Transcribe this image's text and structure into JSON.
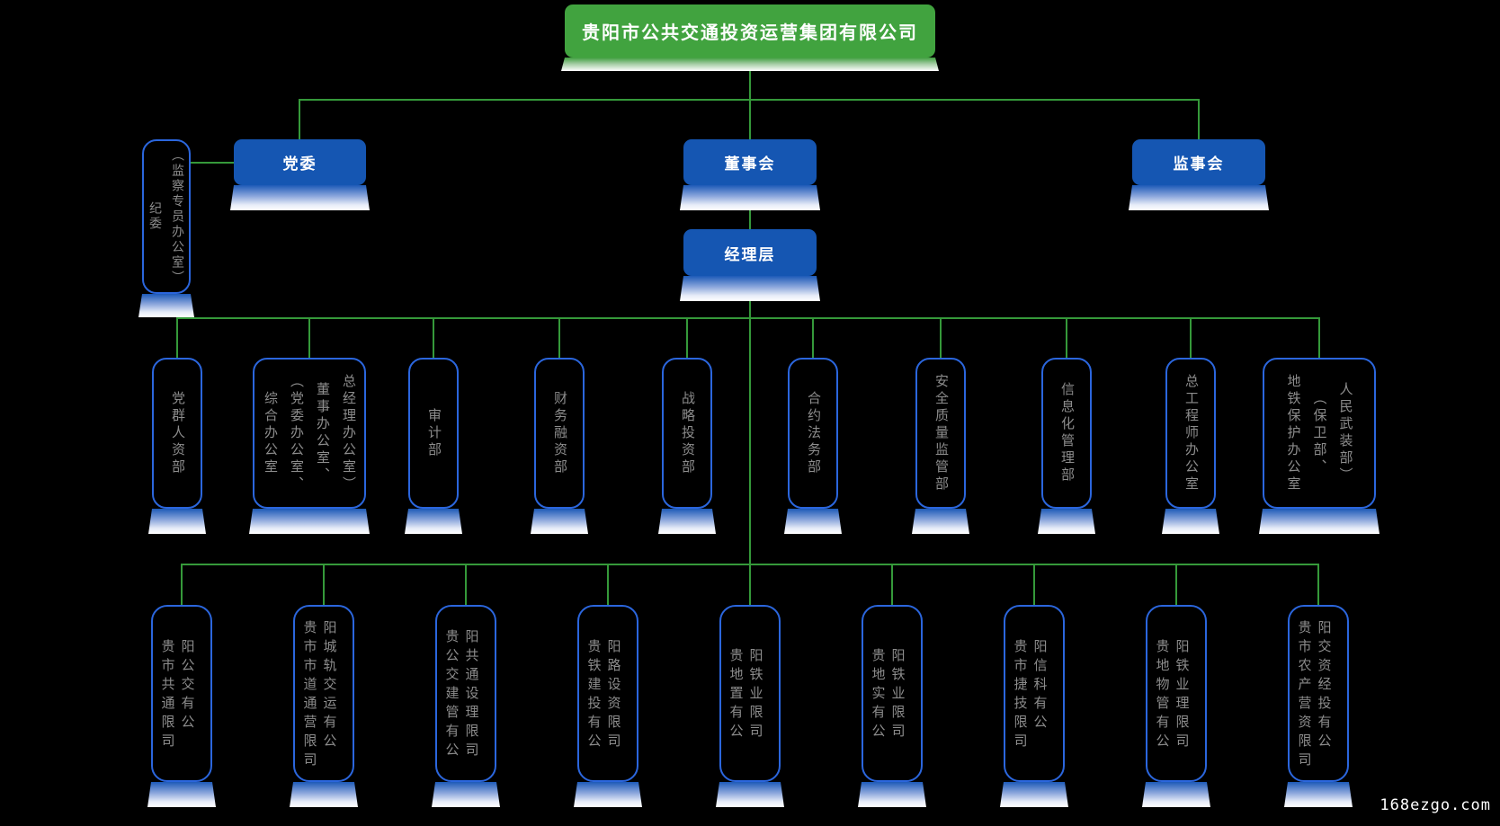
{
  "page": {
    "background": "#000000",
    "watermark": "168ezgo.com"
  },
  "colors": {
    "root_green": "#41a33f",
    "node_blue": "#1556b2",
    "outline_blue": "#2b66dd",
    "connector_green": "#35993a",
    "label_gray": "#8c8c8c"
  },
  "org": {
    "root": {
      "name": "贵阳市公共交通投资运营集团有限公司"
    },
    "party_committee": {
      "name": "党委"
    },
    "board_of_directors": {
      "name": "董事会"
    },
    "board_of_supervisors": {
      "name": "监事会"
    },
    "management": {
      "name": "经理层"
    },
    "discipline_committee": {
      "name": "纪委\n（监察专员办公室）"
    },
    "departments": [
      {
        "name": "党群人资部"
      },
      {
        "name": "综合办公室\n（党委办公室、\n董事办公室、\n总经理办公室）"
      },
      {
        "name": "审计部"
      },
      {
        "name": "财务融资部"
      },
      {
        "name": "战略投资部"
      },
      {
        "name": "合约法务部"
      },
      {
        "name": "安全质量监管部"
      },
      {
        "name": "信息化管理部"
      },
      {
        "name": "总工程师办公室"
      },
      {
        "name": "地铁保护办公室\n（保卫部、\n人民武装部）"
      }
    ],
    "subsidiaries": [
      {
        "name": "贵阳市公共交通有限公司"
      },
      {
        "name": "贵阳市城市轨道交通运营有限公司"
      },
      {
        "name": "贵阳公共交通建设管理有限公司"
      },
      {
        "name": "贵阳铁路建设投资有限公司"
      },
      {
        "name": "贵阳地铁置业有限公司"
      },
      {
        "name": "贵阳地铁实业有限公司"
      },
      {
        "name": "贵阳市信捷科技有限公司"
      },
      {
        "name": "贵阳地铁物业管理有限公司"
      },
      {
        "name": "贵阳市交农资产经营投资有限公司"
      }
    ]
  }
}
